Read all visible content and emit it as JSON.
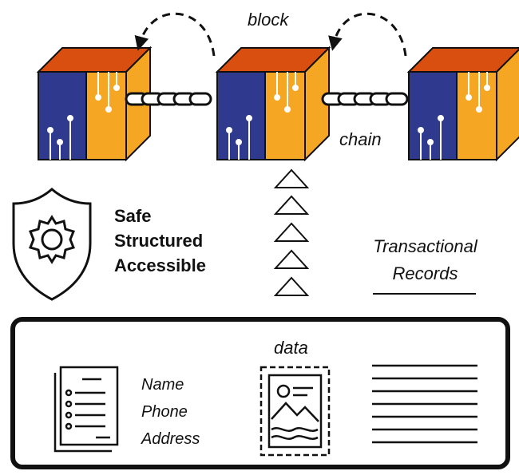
{
  "labels": {
    "block": "block",
    "chain": "chain",
    "data": "data"
  },
  "properties": [
    "Safe",
    "Structured",
    "Accessible"
  ],
  "transactional": {
    "line1": "Transactional",
    "line2": "Records"
  },
  "fields": [
    "Name",
    "Phone",
    "Address"
  ],
  "colors": {
    "cube_top": "#d94f0f",
    "cube_left": "#2f3a8f",
    "cube_right": "#f5a623",
    "stroke": "#111111"
  },
  "icons": {
    "shield": "shield-gear-icon",
    "document": "document-list-icon",
    "stamp": "postage-stamp-icon",
    "lines": "text-lines-icon",
    "triangles": "upward-triangles-icon"
  }
}
